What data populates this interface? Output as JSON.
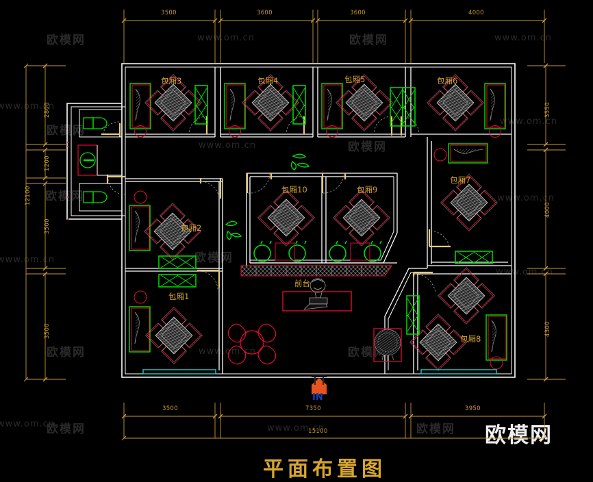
{
  "drawing": {
    "title": "平面布置图",
    "entrance_label": "IN",
    "reception_label": "前台"
  },
  "rooms": [
    {
      "id": "room-1",
      "label": "包厢1"
    },
    {
      "id": "room-2",
      "label": "包厢2"
    },
    {
      "id": "room-3",
      "label": "包厢3"
    },
    {
      "id": "room-4",
      "label": "包厢4"
    },
    {
      "id": "room-5",
      "label": "包厢5"
    },
    {
      "id": "room-6",
      "label": "包厢6"
    },
    {
      "id": "room-7",
      "label": "包厢7"
    },
    {
      "id": "room-8",
      "label": "包厢8"
    },
    {
      "id": "room-9",
      "label": "包厢9"
    },
    {
      "id": "room-10",
      "label": "包厢10"
    }
  ],
  "dimensions": {
    "top": [
      "3500",
      "3600",
      "3600",
      "4000"
    ],
    "bottom": [
      "3500",
      "7350",
      "3950"
    ],
    "bottom_total": "15100",
    "left": [
      "2800",
      "1200",
      "3500",
      "3500"
    ],
    "left_total": "12100",
    "right": [
      "3550",
      "4000",
      "4300"
    ]
  },
  "watermarks": {
    "cn": "欧模网",
    "url": "www.om.cn",
    "brand": "欧模网"
  },
  "colors": {
    "background": "#000000",
    "wall": "#ffffff",
    "furniture_red": "#e10b34",
    "furniture_green": "#00e000",
    "dimension": "#c89a37",
    "label": "#d2a32e",
    "door": "#e8c97a",
    "entrance_orange": "#e8531d",
    "entrance_text": "#1a3fb0",
    "grey_detail": "#9a9a9a",
    "cyan": "#19d3d3"
  }
}
